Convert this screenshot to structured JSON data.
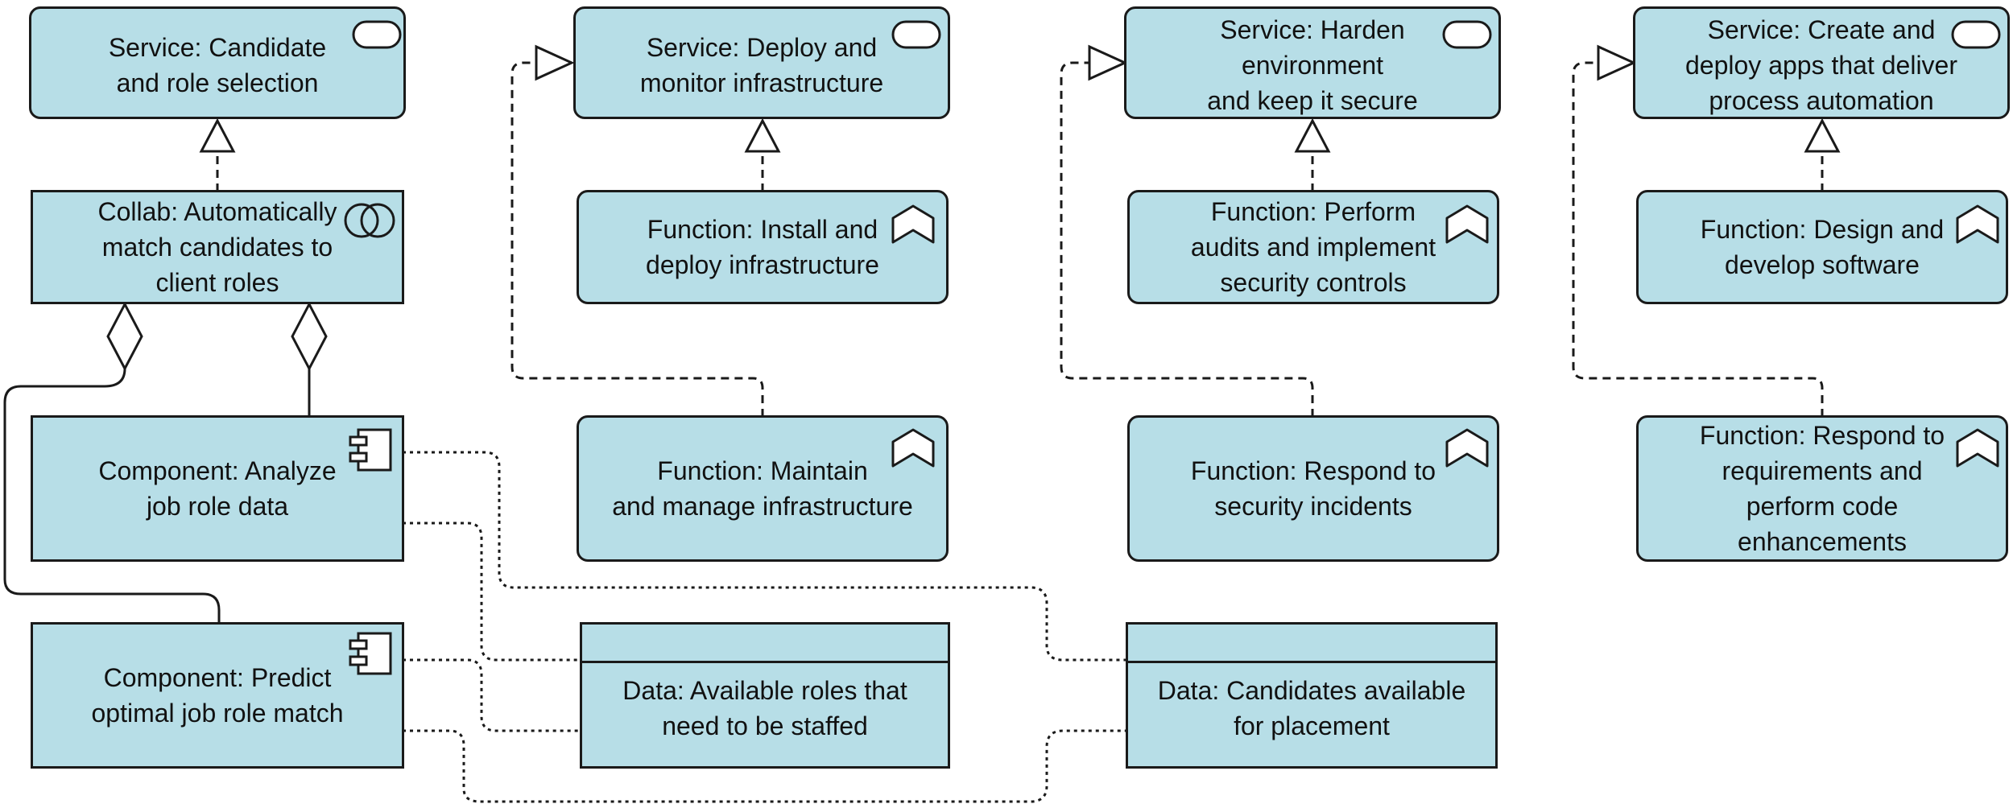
{
  "colors": {
    "fill": "#b7dee7",
    "stroke": "#1a1a1a"
  },
  "nodes": {
    "svc_candidate": {
      "kind": "service",
      "icon": "service-icon",
      "label": "Service: Candidate\nand role selection"
    },
    "svc_deploy": {
      "kind": "service",
      "icon": "service-icon",
      "label": "Service: Deploy and\nmonitor infrastructure"
    },
    "svc_harden": {
      "kind": "service",
      "icon": "service-icon",
      "label": "Service: Harden\nenvironment\nand keep it secure"
    },
    "svc_apps": {
      "kind": "service",
      "icon": "service-icon",
      "label": "Service: Create and\ndeploy apps that deliver\nprocess automation"
    },
    "collab_match": {
      "kind": "collaboration",
      "icon": "collaboration-icon",
      "label": "Collab: Automatically\nmatch candidates to\nclient roles"
    },
    "fn_install": {
      "kind": "function",
      "icon": "function-icon",
      "label": "Function: Install and\ndeploy infrastructure"
    },
    "fn_audits": {
      "kind": "function",
      "icon": "function-icon",
      "label": "Function: Perform\naudits and implement\nsecurity controls"
    },
    "fn_design": {
      "kind": "function",
      "icon": "function-icon",
      "label": "Function: Design and\ndevelop software"
    },
    "comp_analyze": {
      "kind": "component",
      "icon": "component-icon",
      "label": "Component: Analyze\njob role data"
    },
    "fn_maintain": {
      "kind": "function",
      "icon": "function-icon",
      "label": "Function: Maintain\nand manage infrastructure"
    },
    "fn_incidents": {
      "kind": "function",
      "icon": "function-icon",
      "label": "Function: Respond to\nsecurity incidents"
    },
    "fn_requirements": {
      "kind": "function",
      "icon": "function-icon",
      "label": "Function: Respond to\nrequirements and\nperform code\nenhancements"
    },
    "comp_predict": {
      "kind": "component",
      "icon": "component-icon",
      "label": "Component: Predict\noptimal job role match"
    },
    "data_roles": {
      "kind": "data",
      "label": "Data: Available roles that\nneed to be staffed"
    },
    "data_candidates": {
      "kind": "data",
      "label": "Data: Candidates available\nfor placement"
    }
  },
  "relations": [
    {
      "type": "realization",
      "from": "collab_match",
      "to": "svc_candidate"
    },
    {
      "type": "realization",
      "from": "fn_install",
      "to": "svc_deploy"
    },
    {
      "type": "realization",
      "from": "fn_audits",
      "to": "svc_harden"
    },
    {
      "type": "realization",
      "from": "fn_design",
      "to": "svc_apps"
    },
    {
      "type": "realization",
      "from": "fn_maintain",
      "to": "svc_deploy"
    },
    {
      "type": "realization",
      "from": "fn_incidents",
      "to": "svc_harden"
    },
    {
      "type": "realization",
      "from": "fn_requirements",
      "to": "svc_apps"
    },
    {
      "type": "aggregation",
      "from": "collab_match",
      "to": "comp_analyze"
    },
    {
      "type": "aggregation",
      "from": "collab_match",
      "to": "comp_predict"
    },
    {
      "type": "access",
      "from": "comp_analyze",
      "to": "data_roles"
    },
    {
      "type": "access",
      "from": "comp_analyze",
      "to": "data_candidates"
    },
    {
      "type": "access",
      "from": "comp_predict",
      "to": "data_roles"
    },
    {
      "type": "access",
      "from": "comp_predict",
      "to": "data_candidates"
    }
  ]
}
